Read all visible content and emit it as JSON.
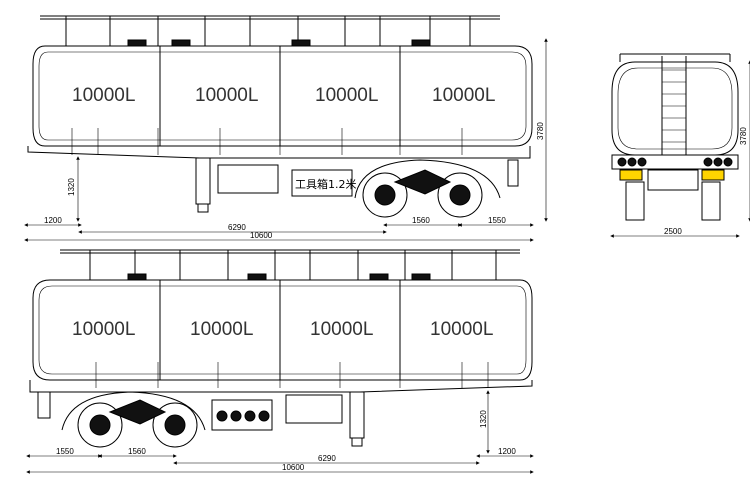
{
  "top_view": {
    "compartments": [
      "10000L",
      "10000L",
      "10000L",
      "10000L"
    ],
    "toolbox_label": "工具箱1.2米",
    "dims": {
      "height": "3780",
      "fifth_wheel_height": "1320",
      "front_overhang": "1200",
      "kingpin_to_axle": "6290",
      "axle_spacing": "1560",
      "rear_overhang": "1550",
      "total_length": "10600"
    }
  },
  "rear_view": {
    "dims": {
      "height": "3780",
      "width": "2500"
    }
  },
  "bottom_view": {
    "compartments": [
      "10000L",
      "10000L",
      "10000L",
      "10000L"
    ],
    "dims": {
      "fifth_wheel_height": "1320",
      "front_overhang": "1200",
      "kingpin_to_axle": "6290",
      "axle_spacing": "1560",
      "rear_overhang": "1550",
      "total_length": "10600"
    }
  }
}
